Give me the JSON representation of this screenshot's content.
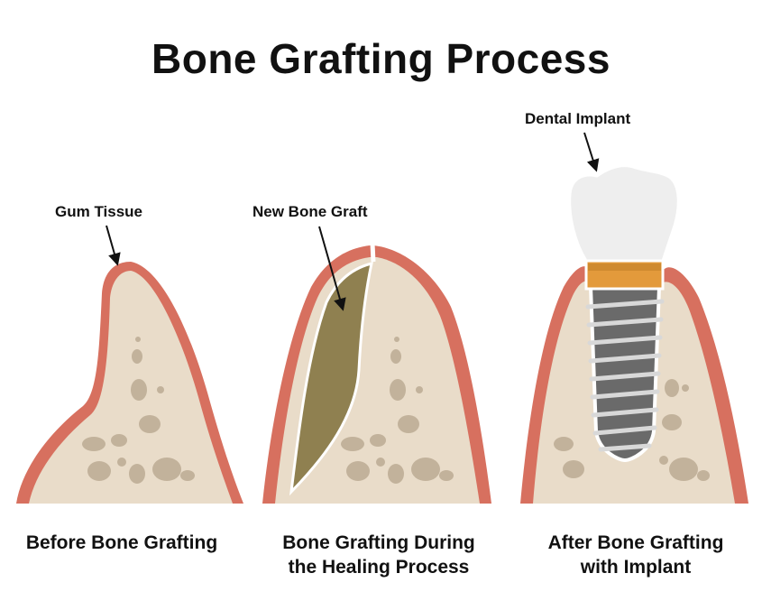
{
  "title": "Bone Grafting Process",
  "colors": {
    "gum": "#d7705f",
    "bone": "#e9dcc9",
    "bone_spot": "#c2b29b",
    "graft": "#8f8050",
    "crown": "#eeeeee",
    "abutment": "#e39a3b",
    "screw": "#6a6a6a",
    "thread": "#cfcfcf"
  },
  "panels": [
    {
      "annotation": "Gum Tissue",
      "caption": "Before Bone Grafting"
    },
    {
      "annotation": "New Bone Graft",
      "caption": "Bone Grafting During\nthe Healing Process"
    },
    {
      "annotation": "Dental Implant",
      "caption": "After Bone Grafting\nwith Implant"
    }
  ]
}
